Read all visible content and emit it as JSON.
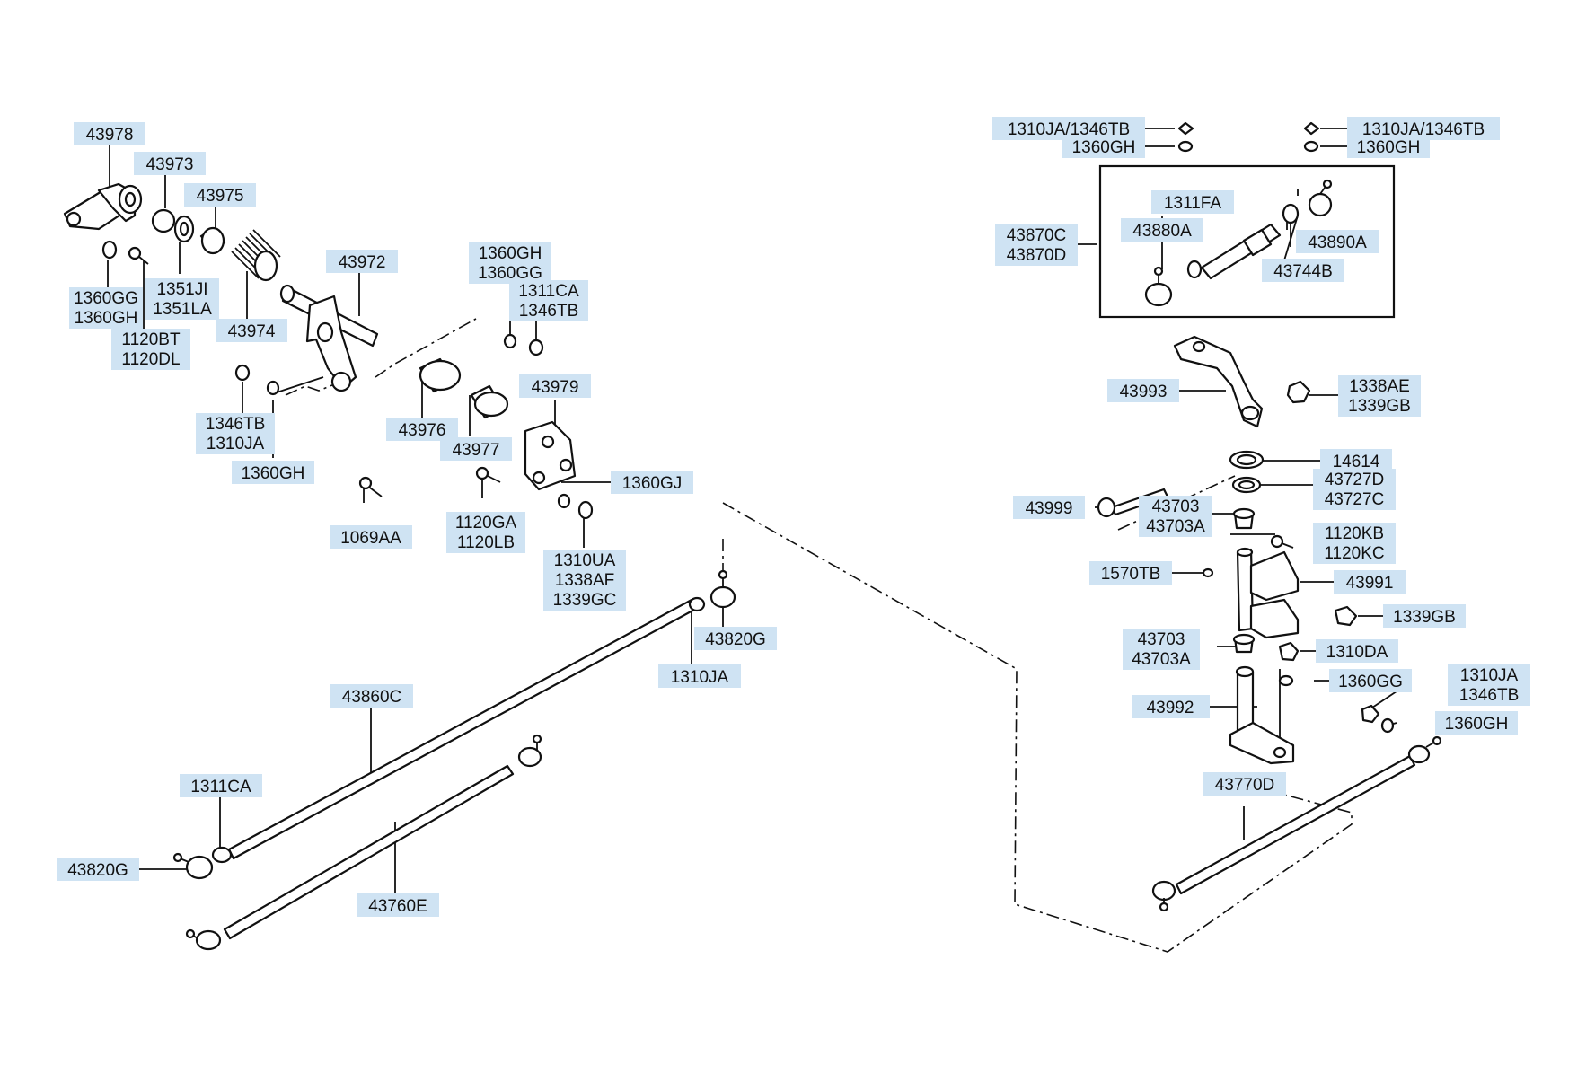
{
  "labels": {
    "l43978": "43978",
    "l43973": "43973",
    "l43975": "43975",
    "l1360GG_1360GH_a": [
      "1360GG",
      "1360GH"
    ],
    "l1351JI_1351LA": [
      "1351JI",
      "1351LA"
    ],
    "l43974": "43974",
    "l1120BT_1120DL": [
      "1120BT",
      "1120DL"
    ],
    "l43972": "43972",
    "l1360GH_1360GG": [
      "1360GH",
      "1360GG"
    ],
    "l1311CA_1346TB": [
      "1311CA",
      "1346TB"
    ],
    "l43979": "43979",
    "l1346TB_1310JA": [
      "1346TB",
      "1310JA"
    ],
    "l1360GH_b": "1360GH",
    "l43976": "43976",
    "l43977": "43977",
    "l1360GJ": "1360GJ",
    "l1069AA": "1069AA",
    "l1120GA_1120LB": [
      "1120GA",
      "1120LB"
    ],
    "l1310UA_1338AF_1339GC": [
      "1310UA",
      "1338AF",
      "1339GC"
    ],
    "l43820G_a": "43820G",
    "l1310JA_a": "1310JA",
    "l43860C": "43860C",
    "l1311CA": "1311CA",
    "l43820G_b": "43820G",
    "l43760E": "43760E",
    "l1310JA_1346TB_L": "1310JA/1346TB",
    "l1360GH_L": "1360GH",
    "l1310JA_1346TB_R": "1310JA/1346TB",
    "l1360GH_R": "1360GH",
    "l1311FA": "1311FA",
    "l43870C_43870D": [
      "43870C",
      "43870D"
    ],
    "l43880A": "43880A",
    "l43890A": "43890A",
    "l43744B": "43744B",
    "l43993": "43993",
    "l1338AE_1339GB": [
      "1338AE",
      "1339GB"
    ],
    "l14614": "14614",
    "l43727D_43727C": [
      "43727D",
      "43727C"
    ],
    "l43999": "43999",
    "l43703_43703A_a": [
      "43703",
      "43703A"
    ],
    "l1120KB_1120KC": [
      "1120KB",
      "1120KC"
    ],
    "l1570TB": "1570TB",
    "l43991": "43991",
    "l1339GB": "1339GB",
    "l43703_43703A_b": [
      "43703",
      "43703A"
    ],
    "l1310DA": "1310DA",
    "l1360GG": "1360GG",
    "l1310JA_1346TB_c": [
      "1310JA",
      "1346TB"
    ],
    "l43992": "43992",
    "l1360GH_c": "1360GH",
    "l43770D": "43770D"
  },
  "colors": {
    "label_background": "#cfe3f3",
    "line": "#111111",
    "background": "#ffffff"
  }
}
